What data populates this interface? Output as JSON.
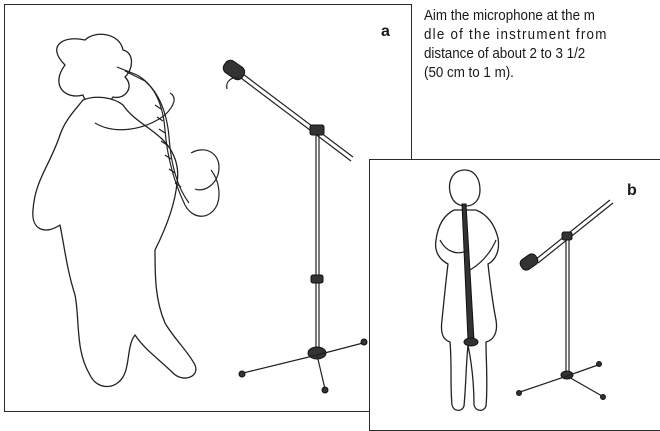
{
  "caption": {
    "line1": "Aim the microphone at the m",
    "line2": "dle of the instrument from",
    "line3": "distance of about 2 to 3 1/2",
    "line4": "(50 cm to 1 m)."
  },
  "figure_a": {
    "label": "a"
  },
  "figure_b": {
    "label": "b"
  }
}
